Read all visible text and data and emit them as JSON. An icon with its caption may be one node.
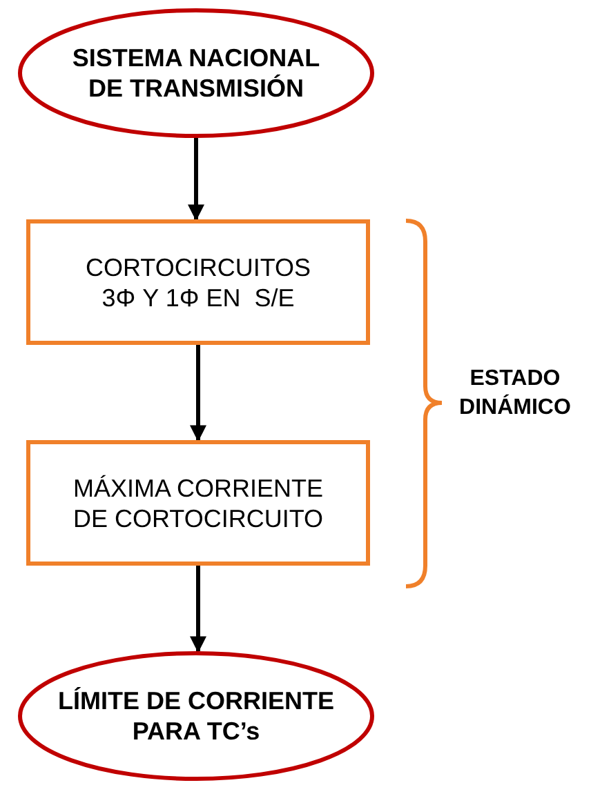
{
  "diagram": {
    "nodes": [
      {
        "text": [
          "SISTEMA NACIONAL DE TRANSMISIÓN"
        ]
      },
      {
        "text": [
          "CORTOCIRCUITOS 3Φ Y 1Φ EN  S/E"
        ]
      },
      {
        "text": [
          "MÁXIMA CORRIENTE DE CORTOCIRCUITO"
        ]
      },
      {
        "text": [
          "LÍMITE DE CORRIENTE PARA TC’s"
        ]
      }
    ],
    "edges": [
      {
        "from": 0,
        "to": 1,
        "arrow": "to"
      },
      {
        "from": 1,
        "to": 2,
        "arrow": "to"
      },
      {
        "from": 2,
        "to": 3,
        "arrow": "to"
      }
    ],
    "labels": [
      "ESTADO DINÁMICO"
    ]
  }
}
